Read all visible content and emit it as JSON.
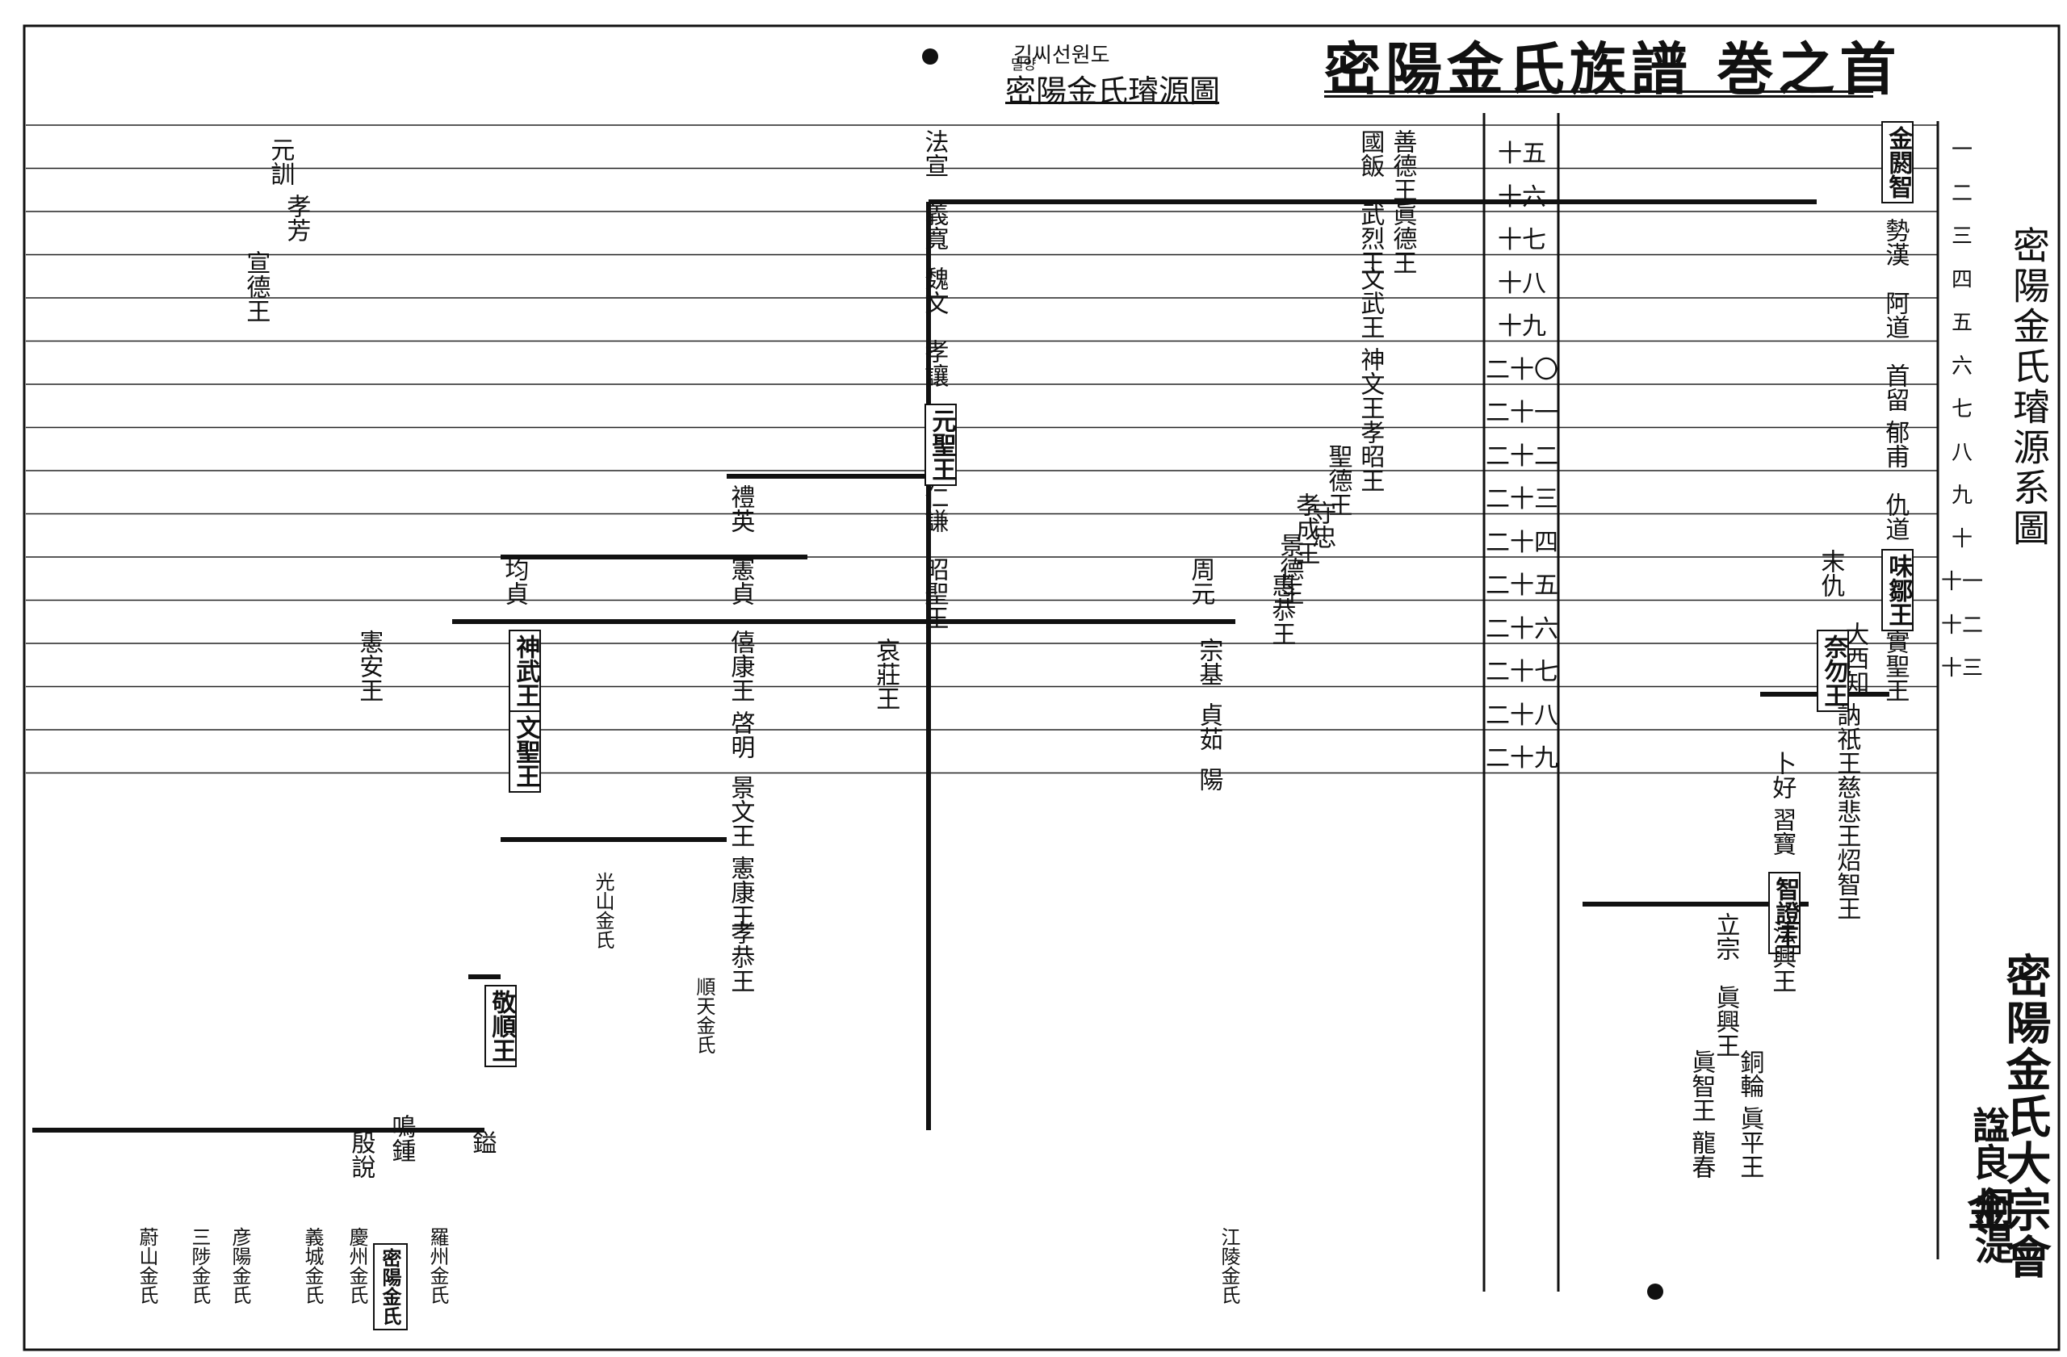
{
  "header": {
    "title": "密陽金氏族譜 巻之首",
    "subtitle_hangul": "김씨선원도",
    "subtitle_reading": "밀양",
    "subtitle": "密陽金氏璿源圖",
    "side_title": "密陽金氏璿源系圖"
  },
  "generations_center": [
    "十五",
    "十六",
    "十七",
    "十八",
    "十九",
    "二十〇",
    "二十一",
    "二十二",
    "二十三",
    "二十四",
    "二十五",
    "二十六",
    "二十七",
    "二十八",
    "二十九"
  ],
  "generations_right": [
    "一",
    "二",
    "三",
    "四",
    "五",
    "六",
    "七",
    "八",
    "九",
    "十",
    "十一",
    "十二",
    "十三"
  ],
  "people": [
    {
      "text": "金閼智",
      "boxed": true
    },
    {
      "text": "勢漢"
    },
    {
      "text": "阿道"
    },
    {
      "text": "首留"
    },
    {
      "text": "郁甫"
    },
    {
      "text": "仇道"
    },
    {
      "text": "味鄒王",
      "boxed": true
    },
    {
      "text": "末仇"
    },
    {
      "text": "大西知"
    },
    {
      "text": "奈勿王",
      "boxed": true
    },
    {
      "text": "實聖王"
    },
    {
      "text": "訥祇王"
    },
    {
      "text": "慈悲王"
    },
    {
      "text": "炤智王"
    },
    {
      "text": "卜好"
    },
    {
      "text": "習寶"
    },
    {
      "text": "智證王",
      "boxed": true
    },
    {
      "text": "法興王"
    },
    {
      "text": "立宗"
    },
    {
      "text": "眞興王"
    },
    {
      "text": "銅輪"
    },
    {
      "text": "眞平王"
    },
    {
      "text": "眞智王"
    },
    {
      "text": "龍春"
    },
    {
      "text": "善德王"
    },
    {
      "text": "眞德王"
    },
    {
      "text": "國飯"
    },
    {
      "text": "武烈王"
    },
    {
      "text": "文武王"
    },
    {
      "text": "神文王"
    },
    {
      "text": "孝昭王"
    },
    {
      "text": "聖德王"
    },
    {
      "text": "孝成王"
    },
    {
      "text": "景德王"
    },
    {
      "text": "惠恭王"
    },
    {
      "text": "守忠"
    },
    {
      "text": "法宣"
    },
    {
      "text": "義寬"
    },
    {
      "text": "魏文"
    },
    {
      "text": "孝讓"
    },
    {
      "text": "元聖王",
      "boxed": true
    },
    {
      "text": "仁謙"
    },
    {
      "text": "昭聖王"
    },
    {
      "text": "哀莊王"
    },
    {
      "text": "禮英"
    },
    {
      "text": "憲貞"
    },
    {
      "text": "僖康王"
    },
    {
      "text": "啓明"
    },
    {
      "text": "景文王"
    },
    {
      "text": "憲康王"
    },
    {
      "text": "孝恭王"
    },
    {
      "text": "均貞"
    },
    {
      "text": "神武王",
      "boxed": true
    },
    {
      "text": "文聖王",
      "boxed": true
    },
    {
      "text": "憲安王"
    },
    {
      "text": "周元"
    },
    {
      "text": "宗基"
    },
    {
      "text": "貞茹"
    },
    {
      "text": "陽"
    },
    {
      "text": "敬順王",
      "boxed": true
    },
    {
      "text": "鎰"
    },
    {
      "text": "鳴鍾"
    },
    {
      "text": "殷說"
    },
    {
      "text": "元訓"
    },
    {
      "text": "孝芳"
    },
    {
      "text": "宣德王"
    }
  ],
  "origins": [
    {
      "text": "密陽金氏",
      "boxed": true
    },
    {
      "text": "江陵金氏"
    },
    {
      "text": "慶州金氏"
    },
    {
      "text": "義城金氏"
    },
    {
      "text": "彦陽金氏"
    },
    {
      "text": "三陟金氏"
    },
    {
      "text": "蔚山金氏"
    },
    {
      "text": "羅州金氏"
    },
    {
      "text": "光山金氏"
    },
    {
      "text": "順天金氏"
    }
  ],
  "publisher": {
    "name": "密陽金氏大宗會",
    "role": "諡良",
    "compiler": "金",
    "compiler_extra": "炯湜"
  }
}
